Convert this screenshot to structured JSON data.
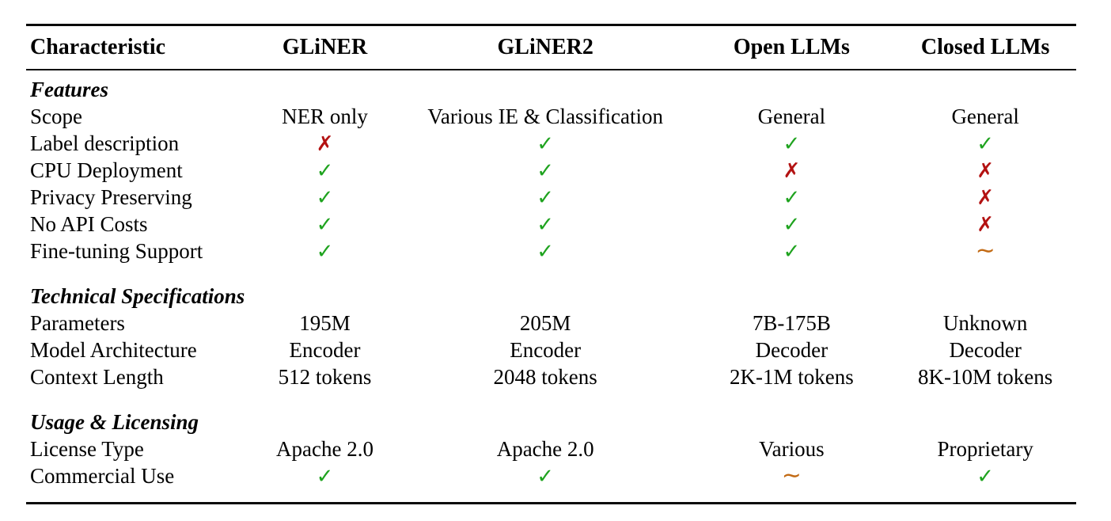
{
  "header": {
    "columns": [
      "Characteristic",
      "GLiNER",
      "GLiNER2",
      "Open LLMs",
      "Closed LLMs"
    ]
  },
  "symbols": {
    "check": "✓",
    "cross": "✗",
    "partial": "∼"
  },
  "colors": {
    "check_green": "#1fa31f",
    "cross_red": "#b31212",
    "partial_orange": "#c26a14",
    "text": "#000000",
    "background": "#ffffff"
  },
  "sections": [
    {
      "title": "Features",
      "rows": [
        {
          "label": "Scope",
          "cells": [
            {
              "t": "text",
              "v": "NER only"
            },
            {
              "t": "text",
              "v": "Various IE & Classification"
            },
            {
              "t": "text",
              "v": "General"
            },
            {
              "t": "text",
              "v": "General"
            }
          ]
        },
        {
          "label": "Label description",
          "cells": [
            {
              "t": "cross"
            },
            {
              "t": "check"
            },
            {
              "t": "check"
            },
            {
              "t": "check"
            }
          ]
        },
        {
          "label": "CPU Deployment",
          "cells": [
            {
              "t": "check"
            },
            {
              "t": "check"
            },
            {
              "t": "cross"
            },
            {
              "t": "cross"
            }
          ]
        },
        {
          "label": "Privacy Preserving",
          "cells": [
            {
              "t": "check"
            },
            {
              "t": "check"
            },
            {
              "t": "check"
            },
            {
              "t": "cross"
            }
          ]
        },
        {
          "label": "No API Costs",
          "cells": [
            {
              "t": "check"
            },
            {
              "t": "check"
            },
            {
              "t": "check"
            },
            {
              "t": "cross"
            }
          ]
        },
        {
          "label": "Fine-tuning Support",
          "cells": [
            {
              "t": "check"
            },
            {
              "t": "check"
            },
            {
              "t": "check"
            },
            {
              "t": "partial"
            }
          ]
        }
      ]
    },
    {
      "title": "Technical Specifications",
      "rows": [
        {
          "label": "Parameters",
          "cells": [
            {
              "t": "text",
              "v": "195M"
            },
            {
              "t": "text",
              "v": "205M"
            },
            {
              "t": "text",
              "v": "7B-175B"
            },
            {
              "t": "text",
              "v": "Unknown"
            }
          ]
        },
        {
          "label": "Model Architecture",
          "cells": [
            {
              "t": "text",
              "v": "Encoder"
            },
            {
              "t": "text",
              "v": "Encoder"
            },
            {
              "t": "text",
              "v": "Decoder"
            },
            {
              "t": "text",
              "v": "Decoder"
            }
          ]
        },
        {
          "label": "Context Length",
          "cells": [
            {
              "t": "text",
              "v": "512 tokens"
            },
            {
              "t": "text",
              "v": "2048 tokens"
            },
            {
              "t": "text",
              "v": "2K-1M tokens"
            },
            {
              "t": "text",
              "v": "8K-10M tokens"
            }
          ]
        }
      ]
    },
    {
      "title": "Usage & Licensing",
      "rows": [
        {
          "label": "License Type",
          "cells": [
            {
              "t": "text",
              "v": "Apache 2.0"
            },
            {
              "t": "text",
              "v": "Apache 2.0"
            },
            {
              "t": "text",
              "v": "Various"
            },
            {
              "t": "text",
              "v": "Proprietary"
            }
          ]
        },
        {
          "label": "Commercial Use",
          "cells": [
            {
              "t": "check"
            },
            {
              "t": "check"
            },
            {
              "t": "partial"
            },
            {
              "t": "check"
            }
          ]
        }
      ]
    }
  ]
}
